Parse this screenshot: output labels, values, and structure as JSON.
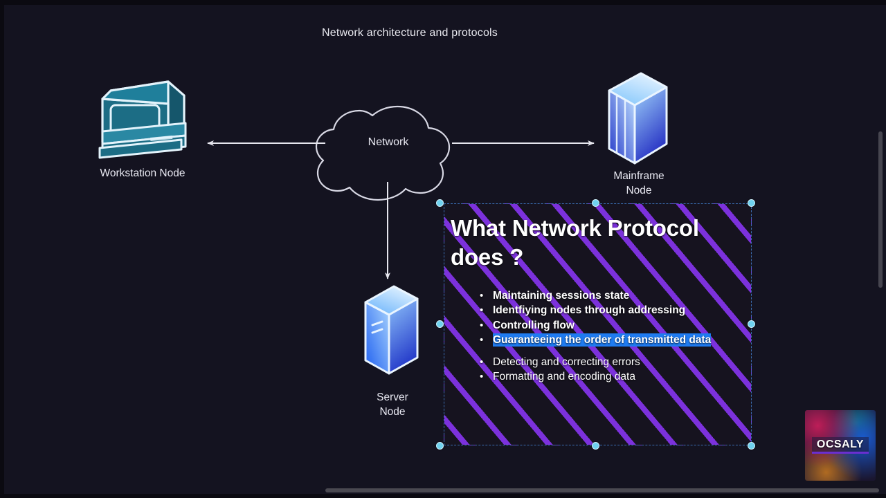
{
  "slide": {
    "title": "Network architecture and protocols"
  },
  "diagram": {
    "cloud_label": "Network",
    "nodes": [
      {
        "id": "workstation",
        "label": "Workstation Node",
        "icon": "workstation-icon"
      },
      {
        "id": "mainframe",
        "label": "Mainframe\nNode",
        "icon": "mainframe-icon"
      },
      {
        "id": "server",
        "label": "Server\nNode",
        "icon": "server-icon"
      }
    ],
    "connectors": [
      {
        "id": "cloud-to-workstation",
        "direction": "left"
      },
      {
        "id": "cloud-to-mainframe",
        "direction": "right"
      },
      {
        "id": "cloud-to-server",
        "direction": "down"
      }
    ]
  },
  "textbox": {
    "heading": "What Network Protocol does ?",
    "bullets": [
      {
        "text": "Maintaining sessions state",
        "bold": true,
        "selected": false
      },
      {
        "text": "Identfiying nodes through addressing",
        "bold": true,
        "selected": false
      },
      {
        "text": "Controlling flow",
        "bold": true,
        "selected": false
      },
      {
        "text": "Guaranteeing the order of transmitted data",
        "bold": true,
        "selected": true
      },
      {
        "text": "Detecting and correcting errors",
        "bold": false,
        "selected": false
      },
      {
        "text": "Formatting and encoding data",
        "bold": false,
        "selected": false
      }
    ],
    "selection_handles": [
      "top-left",
      "top-center",
      "top-right",
      "middle-left",
      "middle-right",
      "bottom-left",
      "bottom-center",
      "bottom-right"
    ]
  },
  "logo": {
    "text": "OCSALY"
  },
  "colors": {
    "background": "#141320",
    "selection_highlight": "#1f7bf0",
    "handle": "#6fd2ef",
    "hatch_purple": "#8434ec",
    "workstation_teal": "#1c6d85",
    "node_blue": "#2b4fd8",
    "stroke_white": "#e6e6ee"
  }
}
